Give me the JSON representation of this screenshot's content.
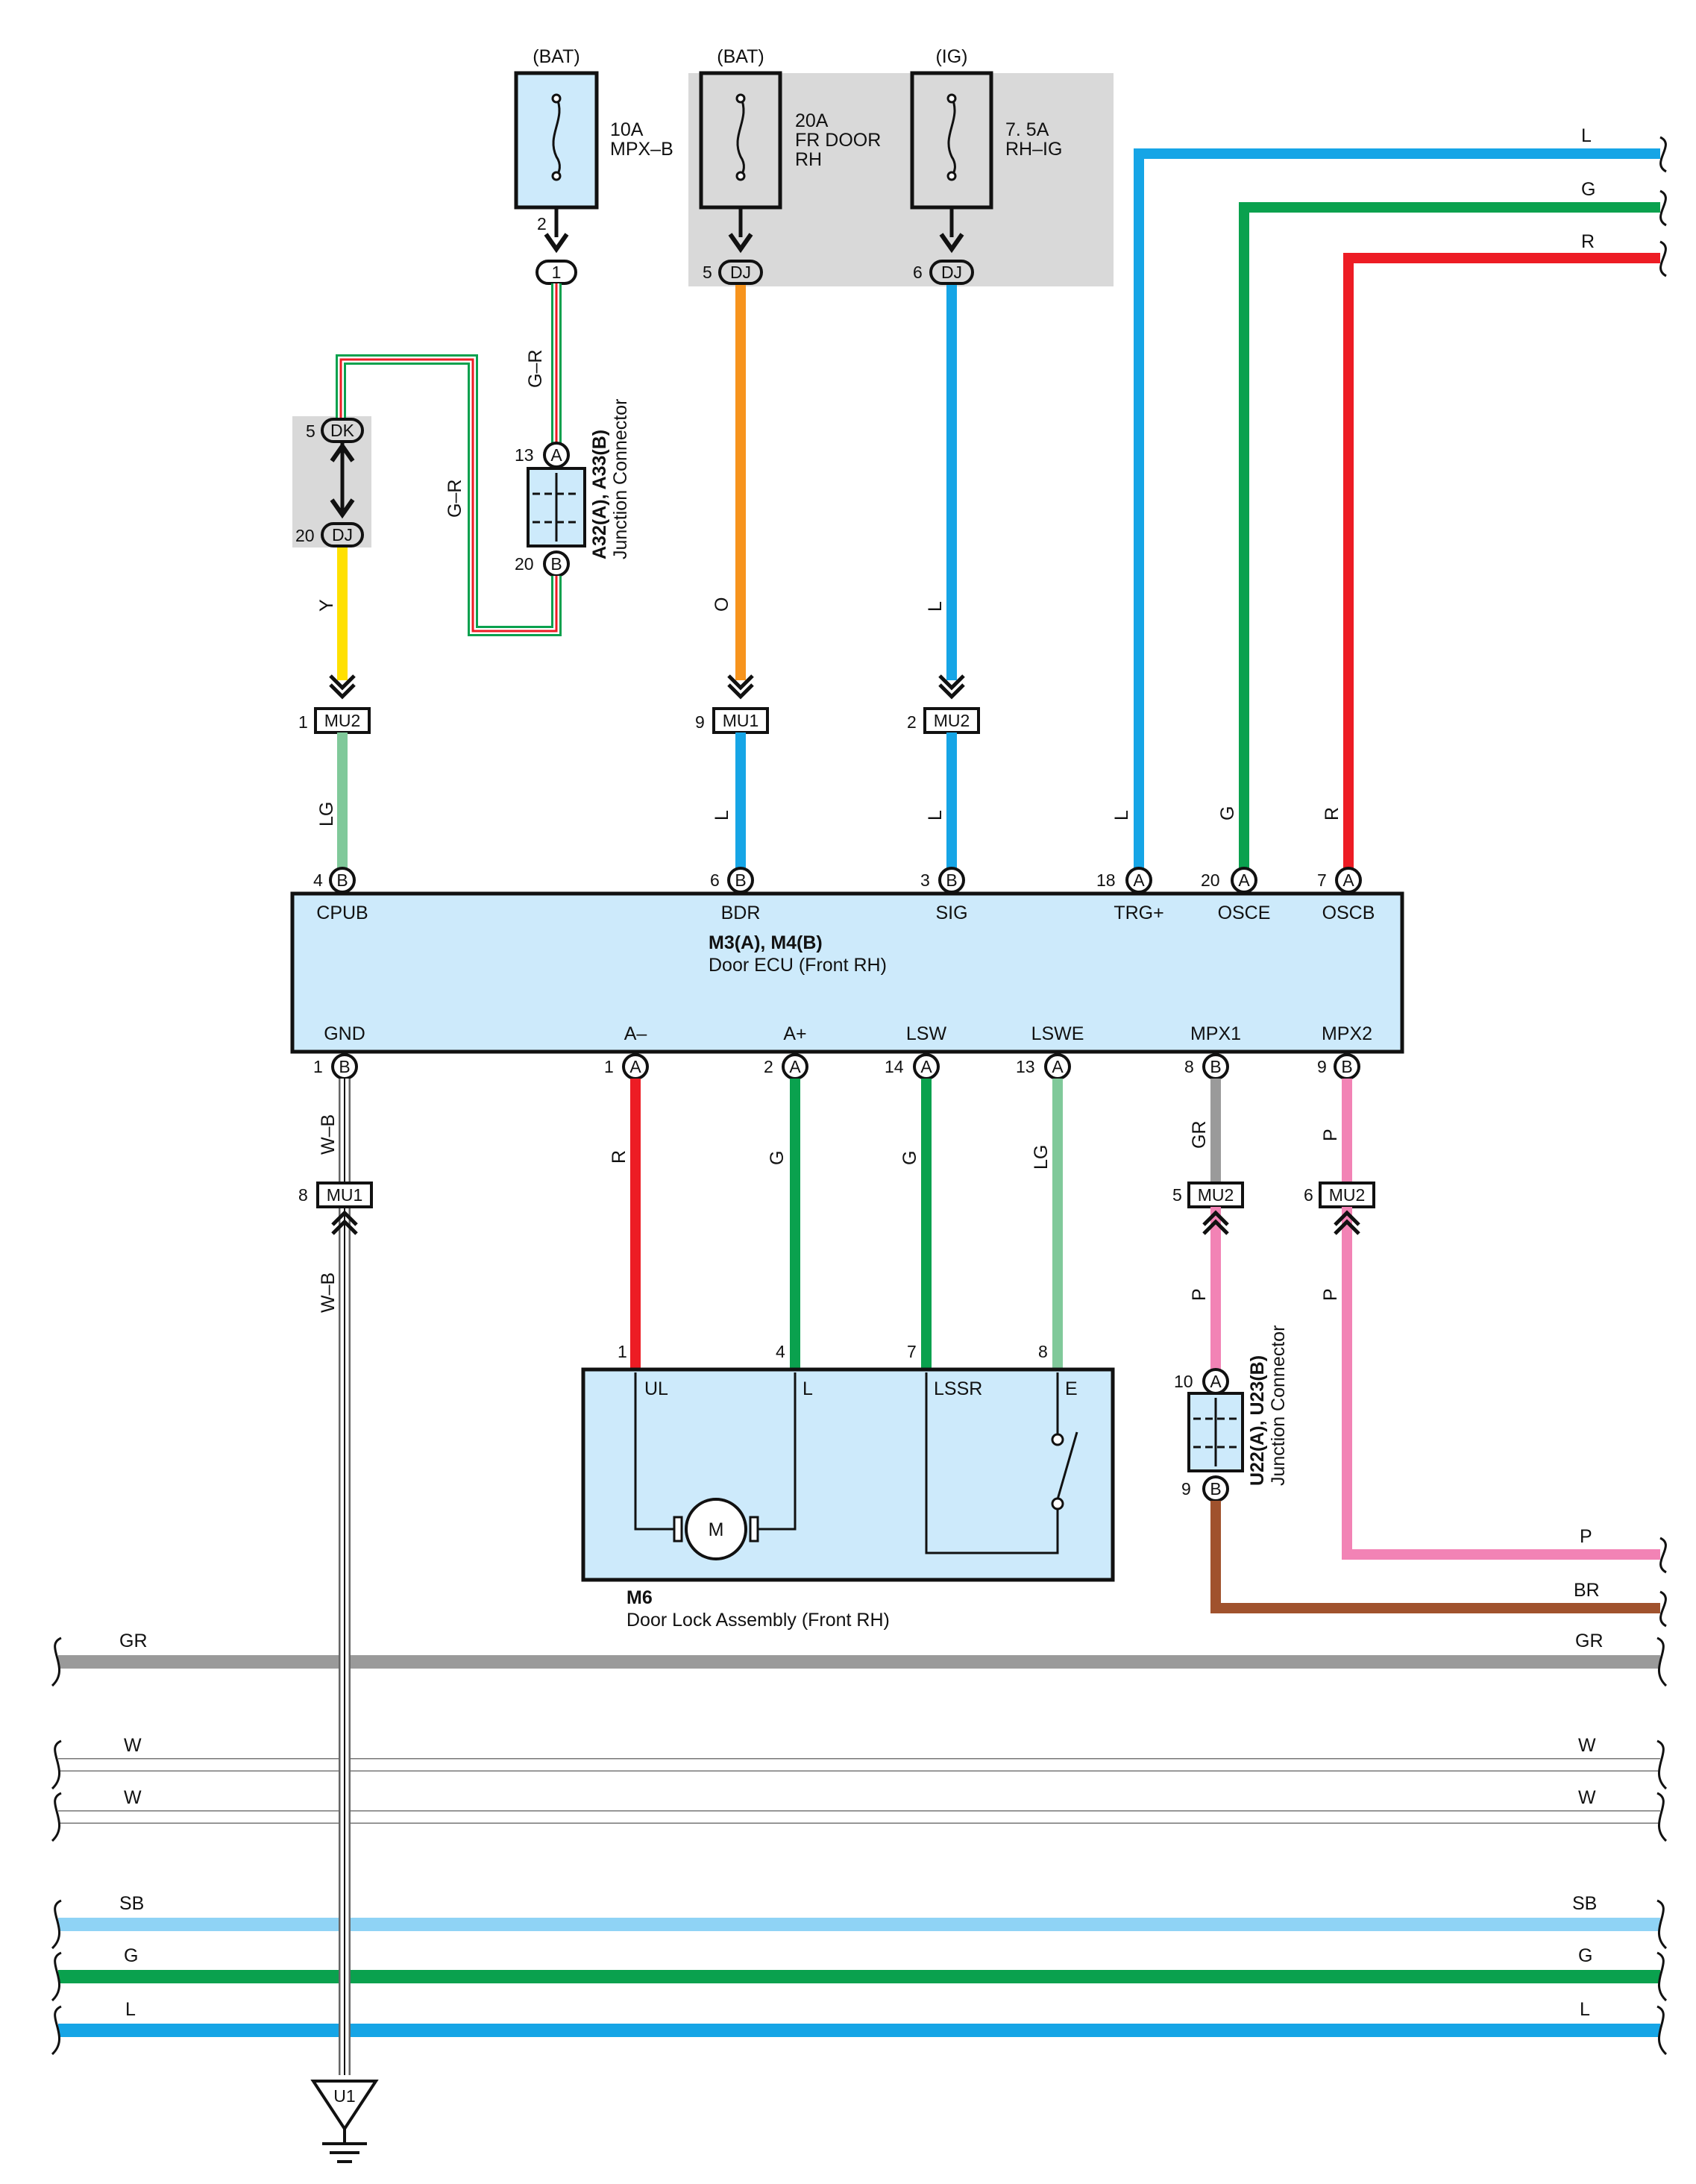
{
  "fuses": {
    "mpxb": {
      "source": "(BAT)",
      "amp": "10A",
      "name": "MPX–B",
      "name2": "",
      "pin": "2"
    },
    "frdoor": {
      "source": "(BAT)",
      "amp": "20A",
      "name": "FR DOOR",
      "name2": "RH",
      "pin": "5",
      "conn": "DJ"
    },
    "rhig": {
      "source": "(IG)",
      "amp": "7. 5A",
      "name": "RH–IG",
      "name2": "",
      "pin": "6",
      "conn": "DJ"
    }
  },
  "connectors": {
    "c1": {
      "label": "1"
    },
    "dk": {
      "pin": "5",
      "label": "DK"
    },
    "dj20": {
      "pin": "20",
      "label": "DJ"
    },
    "a32": {
      "pinA": "13",
      "labA": "A",
      "pinB": "20",
      "labB": "B",
      "name": "A32(A), A33(B)",
      "desc": "Junction Connector"
    },
    "mu2_1": {
      "pin": "1",
      "label": "MU2"
    },
    "mu1_9": {
      "pin": "9",
      "label": "MU1"
    },
    "mu2_2": {
      "pin": "2",
      "label": "MU2"
    },
    "mu1_8": {
      "pin": "8",
      "label": "MU1"
    },
    "mu2_5": {
      "pin": "5",
      "label": "MU2"
    },
    "mu2_6": {
      "pin": "6",
      "label": "MU2"
    },
    "u22": {
      "pinA": "10",
      "labA": "A",
      "pinB": "9",
      "labB": "B",
      "name": "U22(A), U23(B)",
      "desc": "Junction Connector"
    },
    "u1": {
      "label": "U1"
    }
  },
  "wires": {
    "gr_top": "G–R",
    "gr_left": "G–R",
    "y": "Y",
    "o": "O",
    "l_sig_up": "L",
    "lg_cpub": "LG",
    "l_bdr": "L",
    "l_sig": "L",
    "l_trg": "L",
    "g_osce": "G",
    "r_oscb": "R",
    "wb_top": "W–B",
    "wb_bottom": "W–B",
    "r_am": "R",
    "g_ap": "G",
    "g_lsw": "G",
    "lg_lswe": "LG",
    "gr_mpx1": "GR",
    "p_mpx2": "P",
    "p_u22": "P",
    "p_mpx2b": "P"
  },
  "ecu": {
    "name": "M3(A), M4(B)",
    "desc": "Door ECU (Front RH)",
    "top_pins": [
      {
        "num": "4",
        "conn": "B",
        "label": "CPUB"
      },
      {
        "num": "6",
        "conn": "B",
        "label": "BDR"
      },
      {
        "num": "3",
        "conn": "B",
        "label": "SIG"
      },
      {
        "num": "18",
        "conn": "A",
        "label": "TRG+"
      },
      {
        "num": "20",
        "conn": "A",
        "label": "OSCE"
      },
      {
        "num": "7",
        "conn": "A",
        "label": "OSCB"
      }
    ],
    "bottom_pins": [
      {
        "num": "1",
        "conn": "B",
        "label": "GND"
      },
      {
        "num": "1",
        "conn": "A",
        "label": "A–"
      },
      {
        "num": "2",
        "conn": "A",
        "label": "A+"
      },
      {
        "num": "14",
        "conn": "A",
        "label": "LSW"
      },
      {
        "num": "13",
        "conn": "A",
        "label": "LSWE"
      },
      {
        "num": "8",
        "conn": "B",
        "label": "MPX1"
      },
      {
        "num": "9",
        "conn": "B",
        "label": "MPX2"
      }
    ]
  },
  "door_lock": {
    "name": "M6",
    "desc": "Door Lock Assembly (Front RH)",
    "pins": [
      {
        "num": "1",
        "label": "UL"
      },
      {
        "num": "4",
        "label": "L"
      },
      {
        "num": "7",
        "label": "LSSR"
      },
      {
        "num": "8",
        "label": "E"
      }
    ],
    "motor": "M"
  },
  "right_bus": [
    {
      "label": "L",
      "color": "#16a5e6"
    },
    {
      "label": "G",
      "color": "#0aa14e"
    },
    {
      "label": "R",
      "color": "#ed1c24"
    },
    {
      "label": "P",
      "color": "#f283b5"
    },
    {
      "label": "BR",
      "color": "#a0522d"
    }
  ],
  "buses": [
    {
      "left": "GR",
      "right": "GR",
      "color": "#9a9a9a"
    },
    {
      "left": "W",
      "right": "W",
      "color": "#ffffff"
    },
    {
      "left": "W",
      "right": "W",
      "color": "#ffffff"
    },
    {
      "left": "SB",
      "right": "SB",
      "color": "#8fd3f5"
    },
    {
      "left": "G",
      "right": "G",
      "color": "#0aa14e"
    },
    {
      "left": "L",
      "right": "L",
      "color": "#16a5e6"
    }
  ],
  "colors": {
    "orange": "#f7941d",
    "blue": "#16a5e6",
    "green": "#0aa14e",
    "red": "#ed1c24",
    "lightgreen": "#80c99a",
    "yellow": "#ffe000",
    "gray": "#9a9a9a",
    "pink": "#f283b5",
    "brown": "#a0522d",
    "box": "#cdeafb",
    "shade": "#d9d9d9"
  }
}
